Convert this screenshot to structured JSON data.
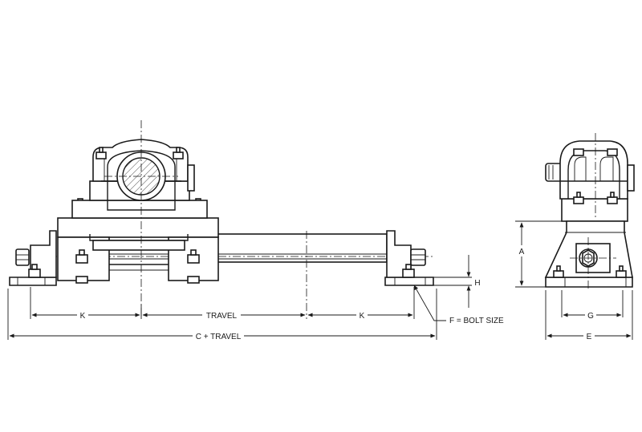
{
  "labels": {
    "k_left": "K",
    "travel": "TRAVEL",
    "k_right": "K",
    "c_travel": "C + TRAVEL",
    "h": "H",
    "bolt": "F = BOLT SIZE",
    "a": "A",
    "g": "G",
    "e": "E"
  }
}
